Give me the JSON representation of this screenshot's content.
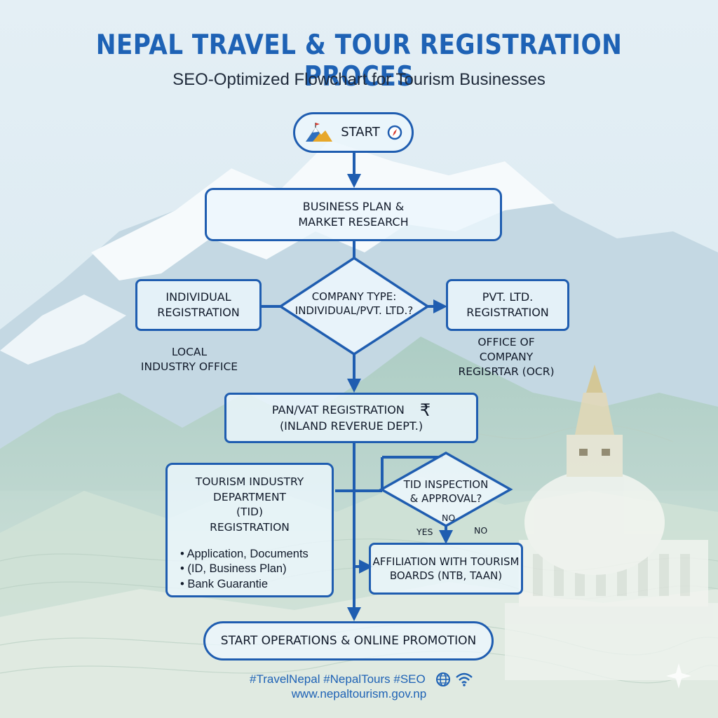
{
  "header": {
    "title": "NEPAL TRAVEL & TOUR REGISTRATION PROCES",
    "subtitle": "SEO-Optimized Flowchart for Tourism Businesses"
  },
  "nodes": {
    "start": "START",
    "business_plan": [
      "BUSINESS PLAN &",
      "MARKET RESEARCH"
    ],
    "company_type": [
      "COMPANY TYPE:",
      "INDIVIDUAL/PVT. LTD.?"
    ],
    "individual": [
      "INDIVIDUAL",
      "REGISTRATION"
    ],
    "pvt_ltd": [
      "PVT. LTD.",
      "REGISTRATION"
    ],
    "local_office": [
      "LOCAL",
      "INDUSTRY OFFICE"
    ],
    "ocr": [
      "OFFICE OF",
      "COMPANY",
      "REGISRTAR (OCR)"
    ],
    "pan_vat": [
      "PAN/VAT REGISTRATION",
      "(INLAND REVERUE DEPT.)"
    ],
    "tid_head": [
      "TOURISM INDUSTRY DEPARTMENT",
      "(TID)",
      "REGISTRATION"
    ],
    "tid_items": [
      "Application, Documents",
      "(ID, Business Plan)",
      "Bank Guarantie"
    ],
    "tid_inspection": [
      "TID INSPECTION",
      "& APPROVAL?"
    ],
    "affiliation": [
      "AFFILIATION WITH TOURISM",
      "BOARDS (NTB, TAAN)"
    ],
    "final": "START OPERATIONS & ONLINE PROMOTION"
  },
  "edge_labels": {
    "no_1": "NO",
    "yes": "YES",
    "no_2": "NO"
  },
  "footer": {
    "hashtags": "#TravelNepal #NepalTours #SEO",
    "url": "www.nepaltourism.gov.np"
  },
  "icons": {
    "start_left": "mountain-icon",
    "start_right": "compass-icon",
    "pan_vat": "rupee-icon",
    "footer": [
      "globe-icon",
      "wifi-icon"
    ]
  },
  "colors": {
    "accent": "#1f5db0",
    "title": "#1e62b5",
    "sky": "#dceaf2"
  }
}
